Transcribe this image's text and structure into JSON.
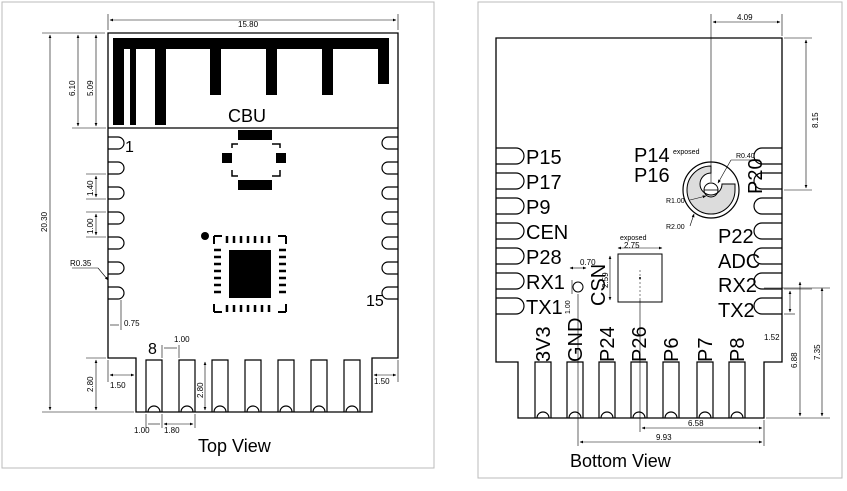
{
  "top_view": {
    "caption": "Top View",
    "chip_label": "CBU",
    "pin_1_label": "1",
    "pin_8_label": "8",
    "pin_15_label": "15",
    "dims": {
      "width": "15.80",
      "height": "20.30",
      "antenna_outer": "6.10",
      "antenna_inner": "5.09",
      "pitch": "1.40",
      "pad_len": "1.00",
      "radius": "R0.35",
      "edge": "0.75",
      "bottom_pitch": "1.00",
      "bottom_slot": "2.80",
      "bottom_slot_r": "2.80",
      "left_margin": "1.50",
      "right_margin": "1.50",
      "b_pad_w": "1.00",
      "b_pad_gap": "1.80"
    }
  },
  "bottom_view": {
    "caption": "Bottom View",
    "left_pins": [
      "P15",
      "P17",
      "P9",
      "CEN",
      "P28",
      "RX1",
      "TX1"
    ],
    "right_pins": [
      "P20",
      "P22",
      "ADC",
      "RX2",
      "TX2"
    ],
    "top_pins": [
      "P14",
      "P16"
    ],
    "bottom_pins": [
      "3V3",
      "GND",
      "P24",
      "P26",
      "P6",
      "P7",
      "P8"
    ],
    "csn_label": "CSN",
    "exposed_label_1": "exposed",
    "exposed_label_2": "exposed",
    "dims": {
      "top_offset": "4.09",
      "right_height": "8.15",
      "r_small": "R0.40",
      "r_mid": "R1.00",
      "r_big": "R2.00",
      "pad_w": "2.75",
      "pad_h": "2.59",
      "via_w": "0.70",
      "via_h": "1.00",
      "pin_pitch": "1.52",
      "bottom_h1": "6.88",
      "bottom_h2": "7.35",
      "bottom_w1": "6.58",
      "bottom_w2": "9.93"
    }
  }
}
